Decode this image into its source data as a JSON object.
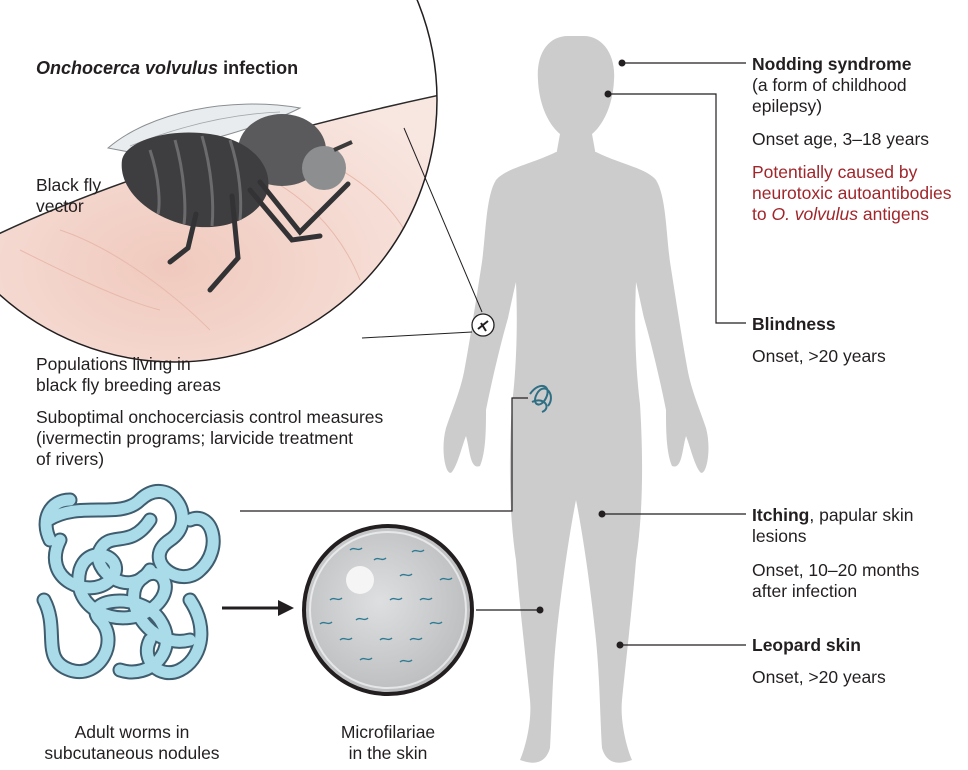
{
  "title": {
    "italic": "Onchocerca volvulus",
    "rest": " infection"
  },
  "vector_label": {
    "line1": "Black fly",
    "line2": "vector"
  },
  "populations": {
    "line1": "Populations living in",
    "line2": "black fly breeding areas"
  },
  "control": {
    "line1": "Suboptimal onchocerciasis control measures",
    "line2": "(ivermectin programs; larvicide treatment",
    "line3": "of rivers)"
  },
  "worms_label": {
    "line1": "Adult worms in",
    "line2": "subcutaneous nodules"
  },
  "micro_label": {
    "line1": "Microfilariae",
    "line2": "in the skin"
  },
  "nodding": {
    "heading": "Nodding syndrome",
    "sub1": "(a form of childhood",
    "sub2": "epilepsy)",
    "onset": "Onset age, 3–18 years",
    "cause1": "Potentially caused by",
    "cause2": "neurotoxic autoantibodies",
    "cause3_pre": "to ",
    "cause3_italic": "O. volvulus",
    "cause3_post": " antigens"
  },
  "blindness": {
    "heading": "Blindness",
    "onset": "Onset, >20 years"
  },
  "itching": {
    "heading": "Itching",
    "rest": ", papular skin",
    "line2": "lesions",
    "onset1": "Onset, 10–20 months",
    "onset2": "after infection"
  },
  "leopard": {
    "heading": "Leopard skin",
    "onset": "Onset, >20 years"
  },
  "colors": {
    "body": "#cccccd",
    "skin": "#f3d6cd",
    "worm": "#a9dbe9",
    "worm_outline": "#3f5d6e",
    "accent_red": "#a0262b",
    "fly": "#4a4a4a"
  }
}
